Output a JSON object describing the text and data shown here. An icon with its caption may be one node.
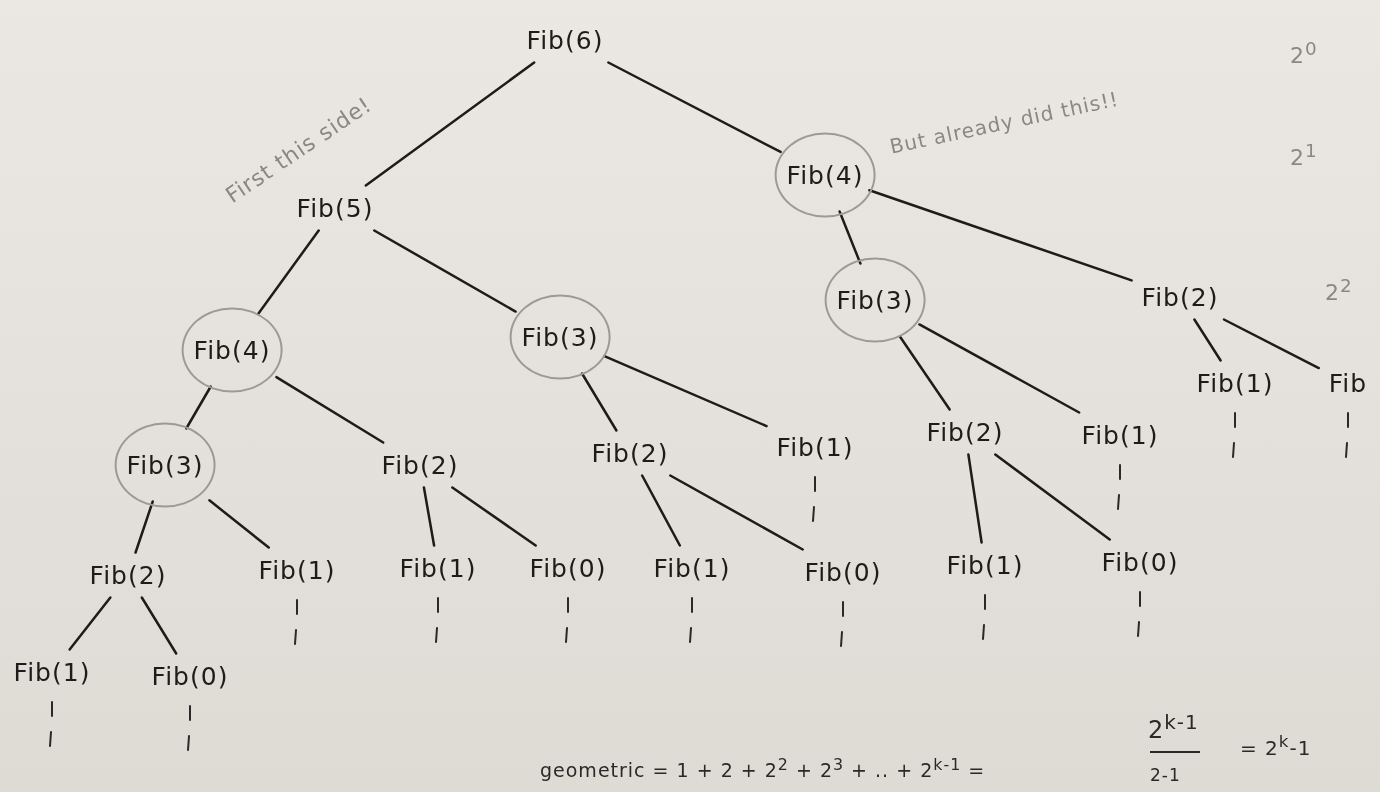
{
  "diagram": {
    "nodes": [
      {
        "text": [
          "Fib(6)"
        ]
      },
      {
        "text": [
          "Fib(5)"
        ]
      },
      {
        "text": [
          "Fib(4)"
        ]
      },
      {
        "text": [
          "Fib(4)"
        ]
      },
      {
        "text": [
          "Fib(3)"
        ]
      },
      {
        "text": [
          "Fib(3)"
        ]
      },
      {
        "text": [
          "Fib(2)"
        ]
      },
      {
        "text": [
          "Fib(3)"
        ]
      },
      {
        "text": [
          "Fib(2)"
        ]
      },
      {
        "text": [
          "Fib(2)"
        ]
      },
      {
        "text": [
          "Fib(1)"
        ]
      },
      {
        "text": [
          "Fib(2)"
        ]
      },
      {
        "text": [
          "Fib(1)"
        ]
      },
      {
        "text": [
          "Fib(1)"
        ]
      },
      {
        "text": [
          "Fib"
        ]
      },
      {
        "text": [
          "Fib(2)"
        ]
      },
      {
        "text": [
          "Fib(1)"
        ]
      },
      {
        "text": [
          "Fib(1)"
        ]
      },
      {
        "text": [
          "Fib(0)"
        ]
      },
      {
        "text": [
          "Fib(1)"
        ]
      },
      {
        "text": [
          "Fib(0)"
        ]
      },
      {
        "text": [
          "Fib(1)"
        ]
      },
      {
        "text": [
          "Fib(0)"
        ]
      },
      {
        "text": [
          "Fib(1)"
        ]
      },
      {
        "text": [
          "Fib(0)"
        ]
      }
    ],
    "edges": [
      {
        "from": 0,
        "to": 1,
        "arrow": "none"
      },
      {
        "from": 0,
        "to": 2,
        "arrow": "none"
      },
      {
        "from": 1,
        "to": 3,
        "arrow": "none"
      },
      {
        "from": 1,
        "to": 4,
        "arrow": "none"
      },
      {
        "from": 2,
        "to": 5,
        "arrow": "none"
      },
      {
        "from": 2,
        "to": 6,
        "arrow": "none"
      },
      {
        "from": 3,
        "to": 7,
        "arrow": "none"
      },
      {
        "from": 3,
        "to": 8,
        "arrow": "none"
      },
      {
        "from": 4,
        "to": 9,
        "arrow": "none"
      },
      {
        "from": 4,
        "to": 10,
        "arrow": "none"
      },
      {
        "from": 5,
        "to": 11,
        "arrow": "none"
      },
      {
        "from": 5,
        "to": 12,
        "arrow": "none"
      },
      {
        "from": 6,
        "to": 13,
        "arrow": "none"
      },
      {
        "from": 6,
        "to": 14,
        "arrow": "none"
      },
      {
        "from": 7,
        "to": 15,
        "arrow": "none"
      },
      {
        "from": 7,
        "to": 16,
        "arrow": "none"
      },
      {
        "from": 8,
        "to": 17,
        "arrow": "none"
      },
      {
        "from": 8,
        "to": 18,
        "arrow": "none"
      },
      {
        "from": 9,
        "to": 19,
        "arrow": "none"
      },
      {
        "from": 9,
        "to": 20,
        "arrow": "none"
      },
      {
        "from": 11,
        "to": 21,
        "arrow": "none"
      },
      {
        "from": 11,
        "to": 22,
        "arrow": "none"
      },
      {
        "from": 15,
        "to": 23,
        "arrow": "none"
      },
      {
        "from": 15,
        "to": 24,
        "arrow": "none"
      }
    ],
    "labels": [
      "First this side!",
      "But already did this!!",
      "2$^{0}$",
      "2$^{1}$",
      "2$^{2}$",
      "geometric = 1 + 2 + 2$^{2}$ + 2$^{3}$ + .. + 2$^{k-1}$ =",
      "2$^{k-1}$",
      "2-1",
      "= 2$^{k}$-1"
    ]
  }
}
